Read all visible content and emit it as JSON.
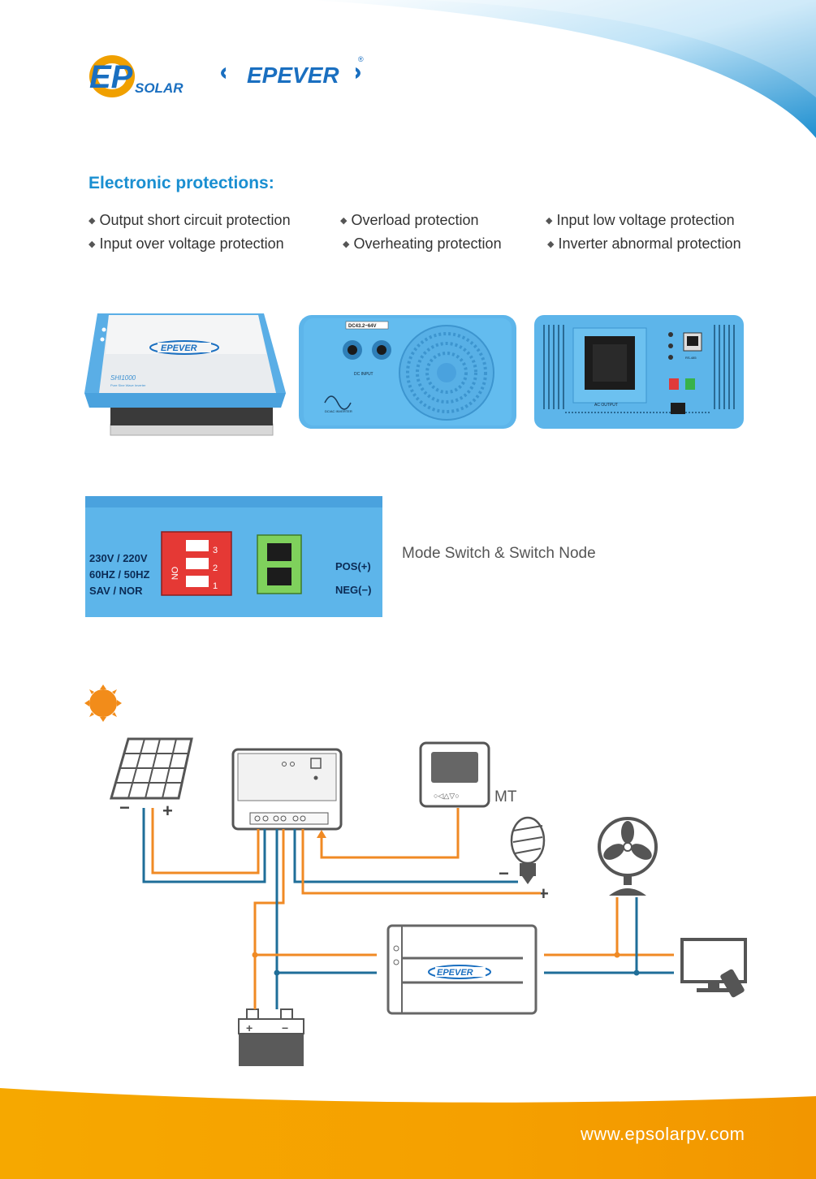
{
  "brand": {
    "logo1_text": "EPSOLAR",
    "logo2_text": "EPEVER",
    "registered_mark": "®",
    "accent_blue": "#1a8fd1",
    "accent_orange": "#f0a000"
  },
  "section": {
    "title": "Electronic protections:"
  },
  "protections": [
    "Output short circuit protection",
    "Overload protection",
    "Input low voltage protection",
    "Input over voltage protection",
    "Overheating protection",
    "Inverter abnormal protection"
  ],
  "product_photos": {
    "front_model": "SHI1000",
    "front_subtitle": "Pure Sine Wave Inverter",
    "front_brand": "EPEVER",
    "dc_label": "DC43.2~64V",
    "dc_input_label": "DC INPUT",
    "inverter_label": "DC/AC INVERTER",
    "ac_output_label": "AC OUTPUT",
    "rs485_label": "RS-485"
  },
  "mode_switch": {
    "rows": [
      "230V / 220V",
      "60HZ / 50HZ",
      "SAV / NOR"
    ],
    "on_label": "ON",
    "dip_numbers": [
      "3",
      "2",
      "1"
    ],
    "pos_label": "POS(+)",
    "neg_label": "NEG(−)",
    "caption": "Mode Switch & Switch Node"
  },
  "diagram": {
    "mt_label": "MT",
    "minus": "−",
    "plus": "+",
    "inverter_brand": "EPEVER"
  },
  "footer": {
    "website": "www.epsolarpv.com"
  }
}
